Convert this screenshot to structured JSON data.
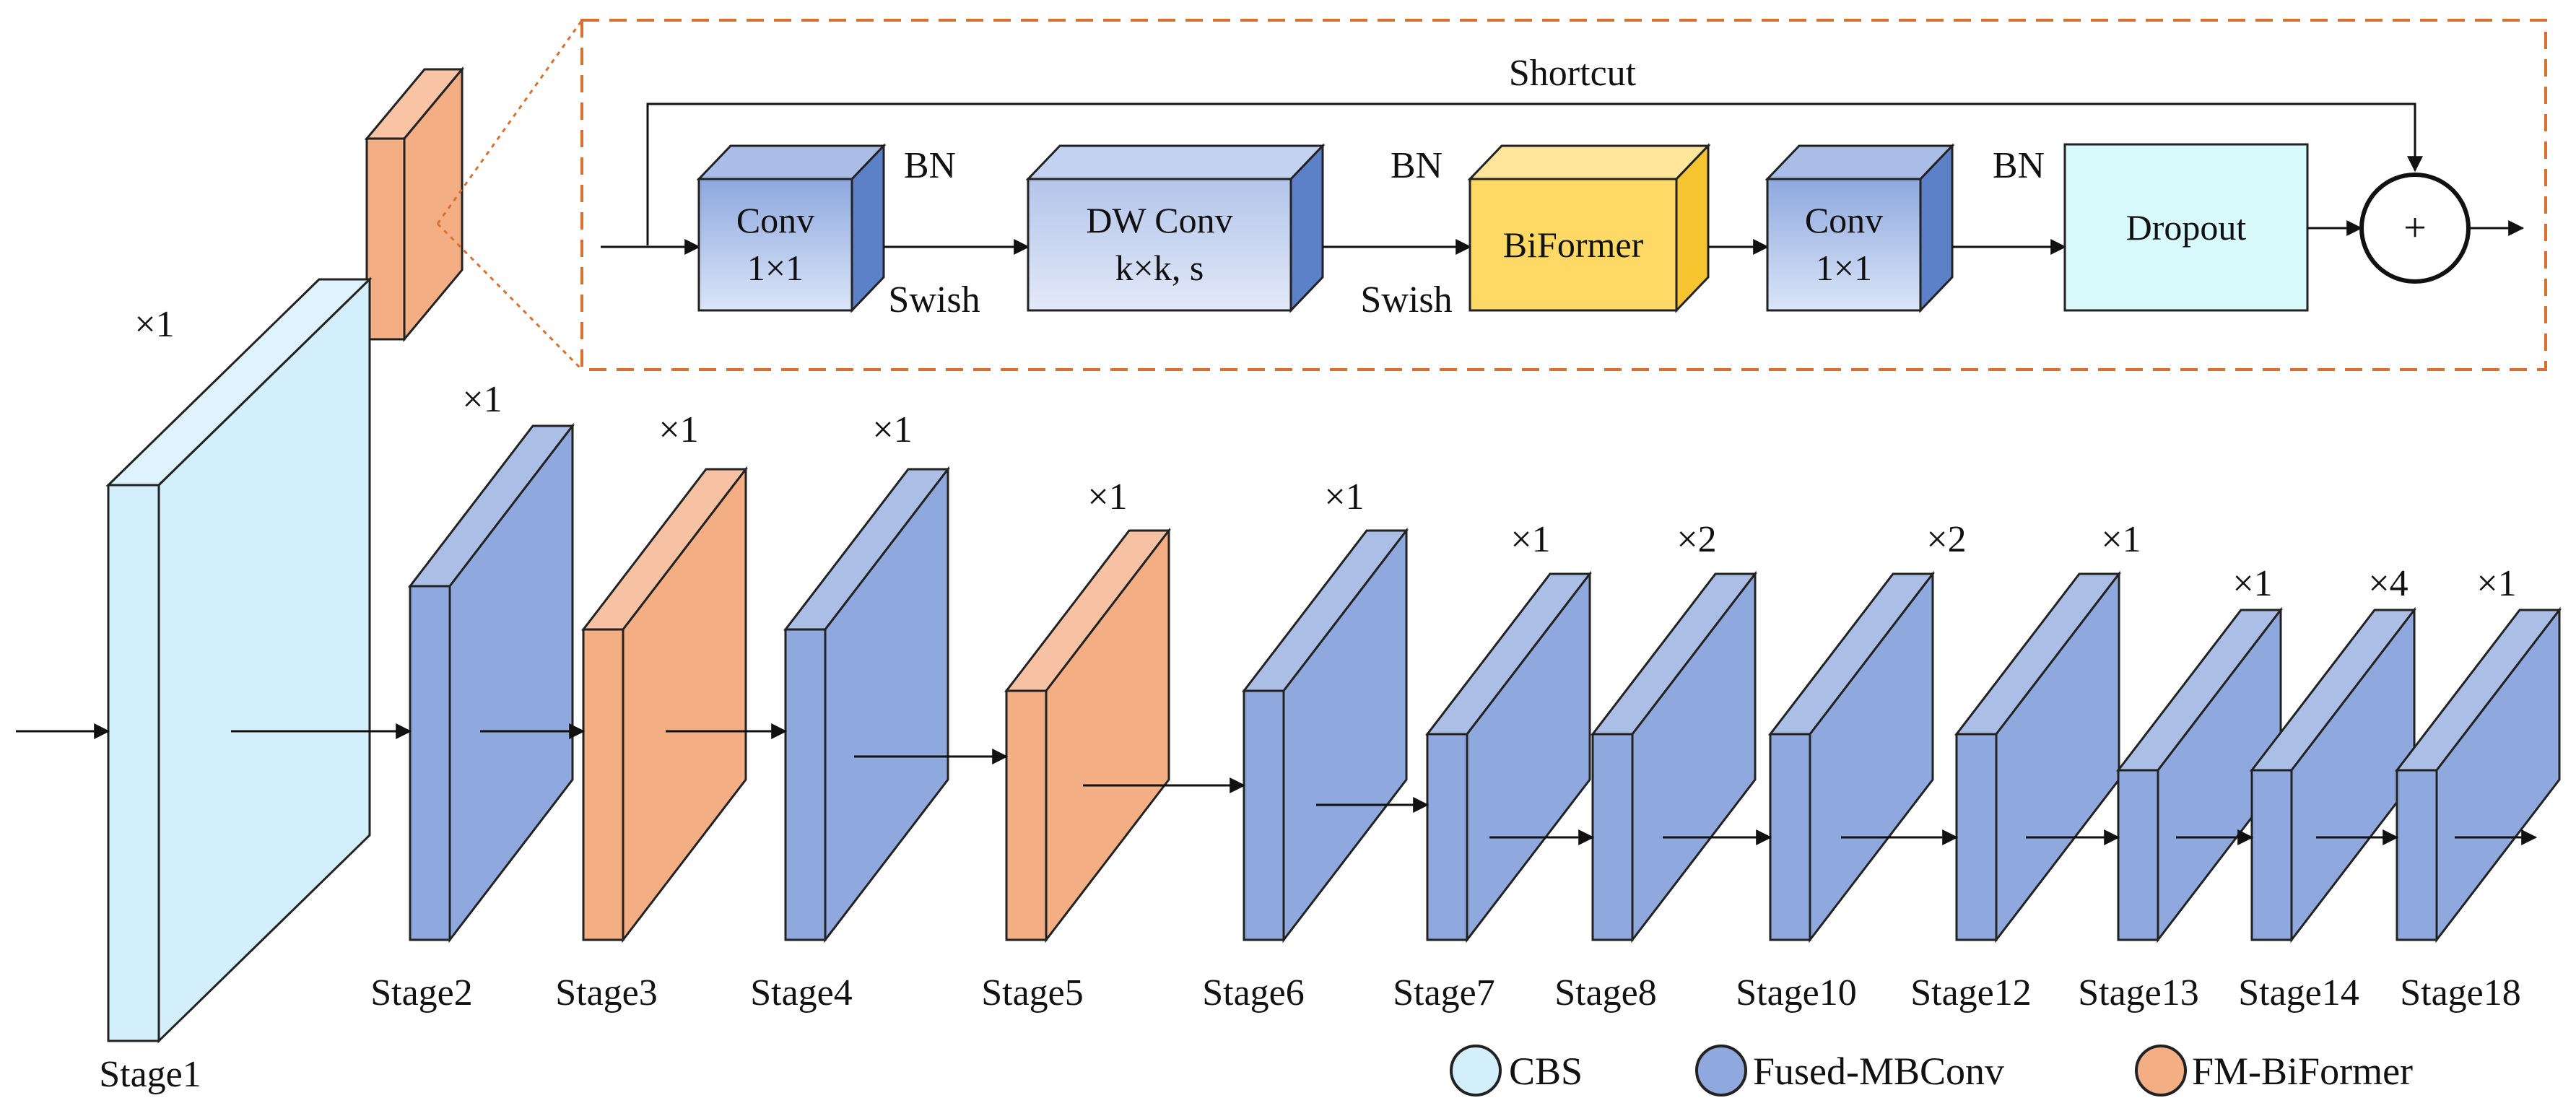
{
  "colors": {
    "cbs": "#d3effc",
    "fused": "#8fa9de",
    "fm": "#f3ae84",
    "accent_dashed": "#d9712e",
    "conv_light": "#d2def6",
    "conv_mid": "#a6bde6",
    "conv_side": "#5c81c8",
    "biformer_face": "#ffd966",
    "biformer_top": "#ffe69a",
    "biformer_side": "#f6c42f",
    "dropout": "#d9fafd"
  },
  "stages": [
    {
      "id": "stage1",
      "label": "Stage1",
      "multiplier": "×1",
      "type": "cbs"
    },
    {
      "id": "stage2",
      "label": "Stage2",
      "multiplier": "×1",
      "type": "fused"
    },
    {
      "id": "stage3",
      "label": "Stage3",
      "multiplier": "×1",
      "type": "fm"
    },
    {
      "id": "stage4",
      "label": "Stage4",
      "multiplier": "×1",
      "type": "fused"
    },
    {
      "id": "stage5",
      "label": "Stage5",
      "multiplier": "×1",
      "type": "fm"
    },
    {
      "id": "stage6",
      "label": "Stage6",
      "multiplier": "×1",
      "type": "fused"
    },
    {
      "id": "stage7",
      "label": "Stage7",
      "multiplier": "×1",
      "type": "fused"
    },
    {
      "id": "stage8",
      "label": "Stage8",
      "multiplier": "×2",
      "type": "fused"
    },
    {
      "id": "stage10",
      "label": "Stage10",
      "multiplier": "×2",
      "type": "fused"
    },
    {
      "id": "stage12",
      "label": "Stage12",
      "multiplier": "×1",
      "type": "fused"
    },
    {
      "id": "stage13",
      "label": "Stage13",
      "multiplier": "×1",
      "type": "fused"
    },
    {
      "id": "stage14",
      "label": "Stage14",
      "multiplier": "×4",
      "type": "fused"
    },
    {
      "id": "stage18",
      "label": "Stage18",
      "multiplier": "×1",
      "type": "fused"
    }
  ],
  "detail": {
    "shortcut": "Shortcut",
    "conv1_line1": "Conv",
    "conv1_line2": "1×1",
    "bn1": "BN",
    "swish1": "Swish",
    "dw_line1": "DW Conv",
    "dw_line2": "k×k, s",
    "bn2": "BN",
    "swish2": "Swish",
    "biformer": "BiFormer",
    "conv2_line1": "Conv",
    "conv2_line2": "1×1",
    "bn3": "BN",
    "dropout": "Dropout",
    "add": "+"
  },
  "legend": [
    {
      "label": "CBS",
      "color_key": "cbs"
    },
    {
      "label": "Fused-MBConv",
      "color_key": "fused"
    },
    {
      "label": "FM-BiFormer",
      "color_key": "fm"
    }
  ]
}
